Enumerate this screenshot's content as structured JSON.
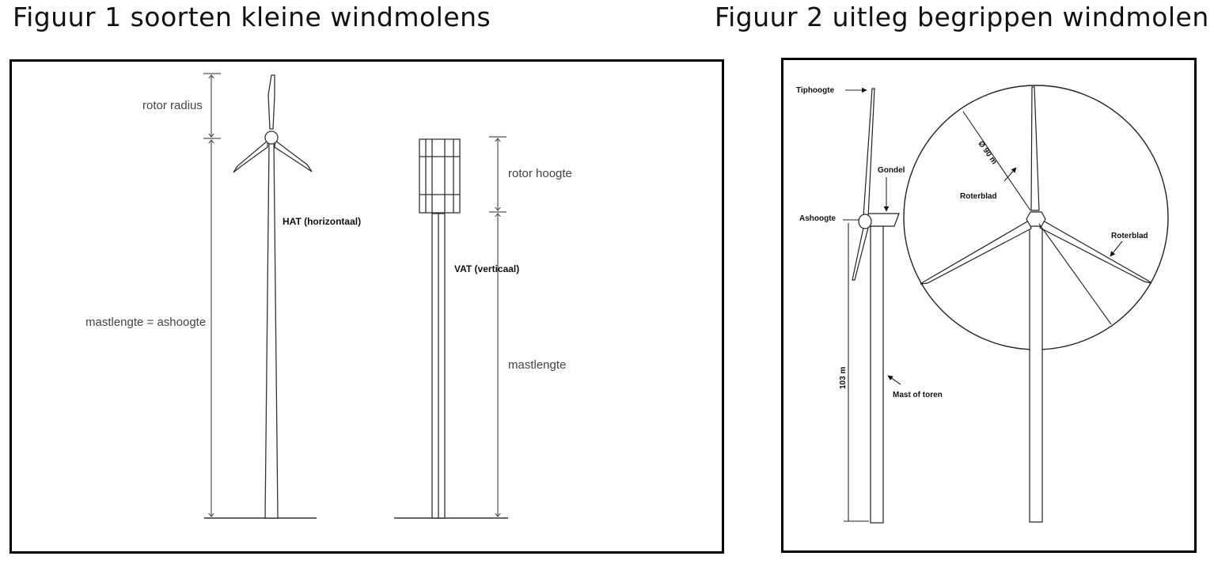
{
  "figure1": {
    "title": "Figuur 1 soorten kleine windmolens",
    "labels": {
      "rotor_radius": "rotor radius",
      "hat": "HAT (horizontaal)",
      "mastlengte_ashoogte": "mastlengte = ashoogte",
      "rotor_hoogte": "rotor hoogte",
      "vat": "VAT (verticaal)",
      "mastlengte": "mastlengte"
    }
  },
  "figure2": {
    "title": "Figuur 2 uitleg begrippen windmolen",
    "labels": {
      "tiphoogte": "Tiphoogte",
      "gondel": "Gondel",
      "ashoogte": "Ashoogte",
      "diameter": "Ø 90 m",
      "roterblad_left": "Roterblad",
      "roterblad_right": "Roterblad",
      "height": "103 m",
      "mast": "Mast of toren"
    }
  }
}
